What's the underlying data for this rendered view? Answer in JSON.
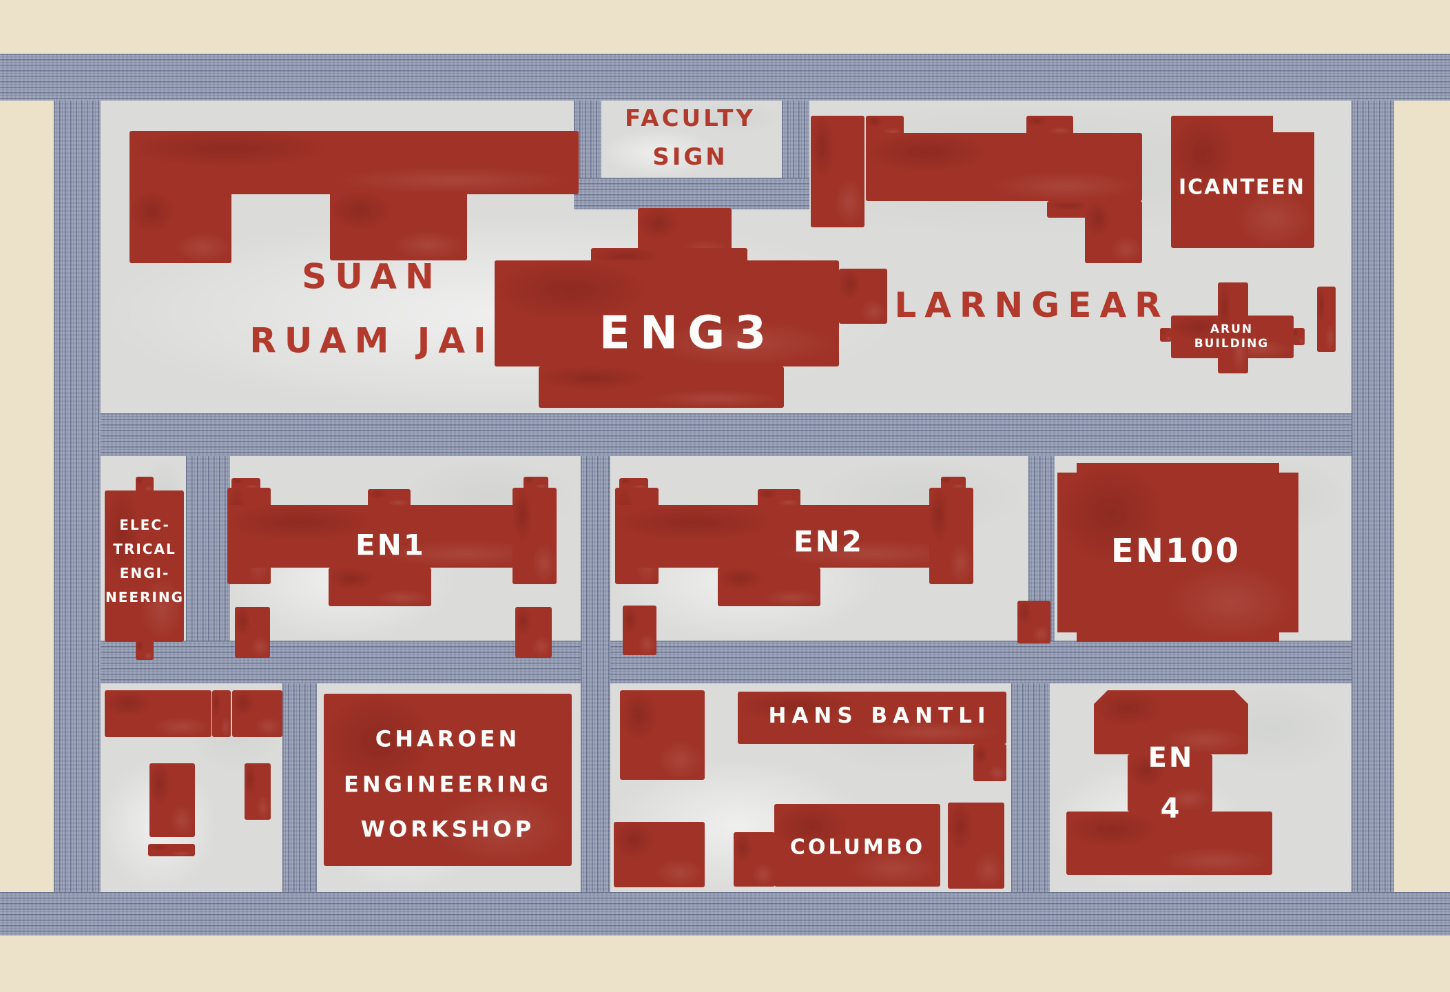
{
  "colors": {
    "cream": "#ece1c9",
    "road_base": "#9aa2b8",
    "road_stripe": "#2f3458",
    "block_base": "#dbdcda",
    "building_red": "#a03227",
    "label_red": "#b23a2c",
    "label_white": "#fdfdfb"
  },
  "labels": {
    "faculty_sign": [
      "FACULTY",
      "SIGN"
    ],
    "suan_ruam_jai": [
      "SUAN",
      "RUAM JAI"
    ],
    "eng3": "ENG3",
    "larngear": "LARNGEAR",
    "icanteen": "ICANTEEN",
    "arun_building": [
      "ARUN",
      "BUILDING"
    ],
    "electrical_engineering": [
      "ELEC-",
      "TRICAL",
      "ENGI-",
      "NEERING"
    ],
    "en1": "EN1",
    "en2": "EN2",
    "en100": "EN100",
    "charoen_workshop": [
      "CHAROEN",
      "ENGINEERING",
      "WORKSHOP"
    ],
    "hans_bantli": "HANS BANTLI",
    "columbo": "COLUMBO",
    "en4": [
      "EN",
      "4"
    ]
  }
}
